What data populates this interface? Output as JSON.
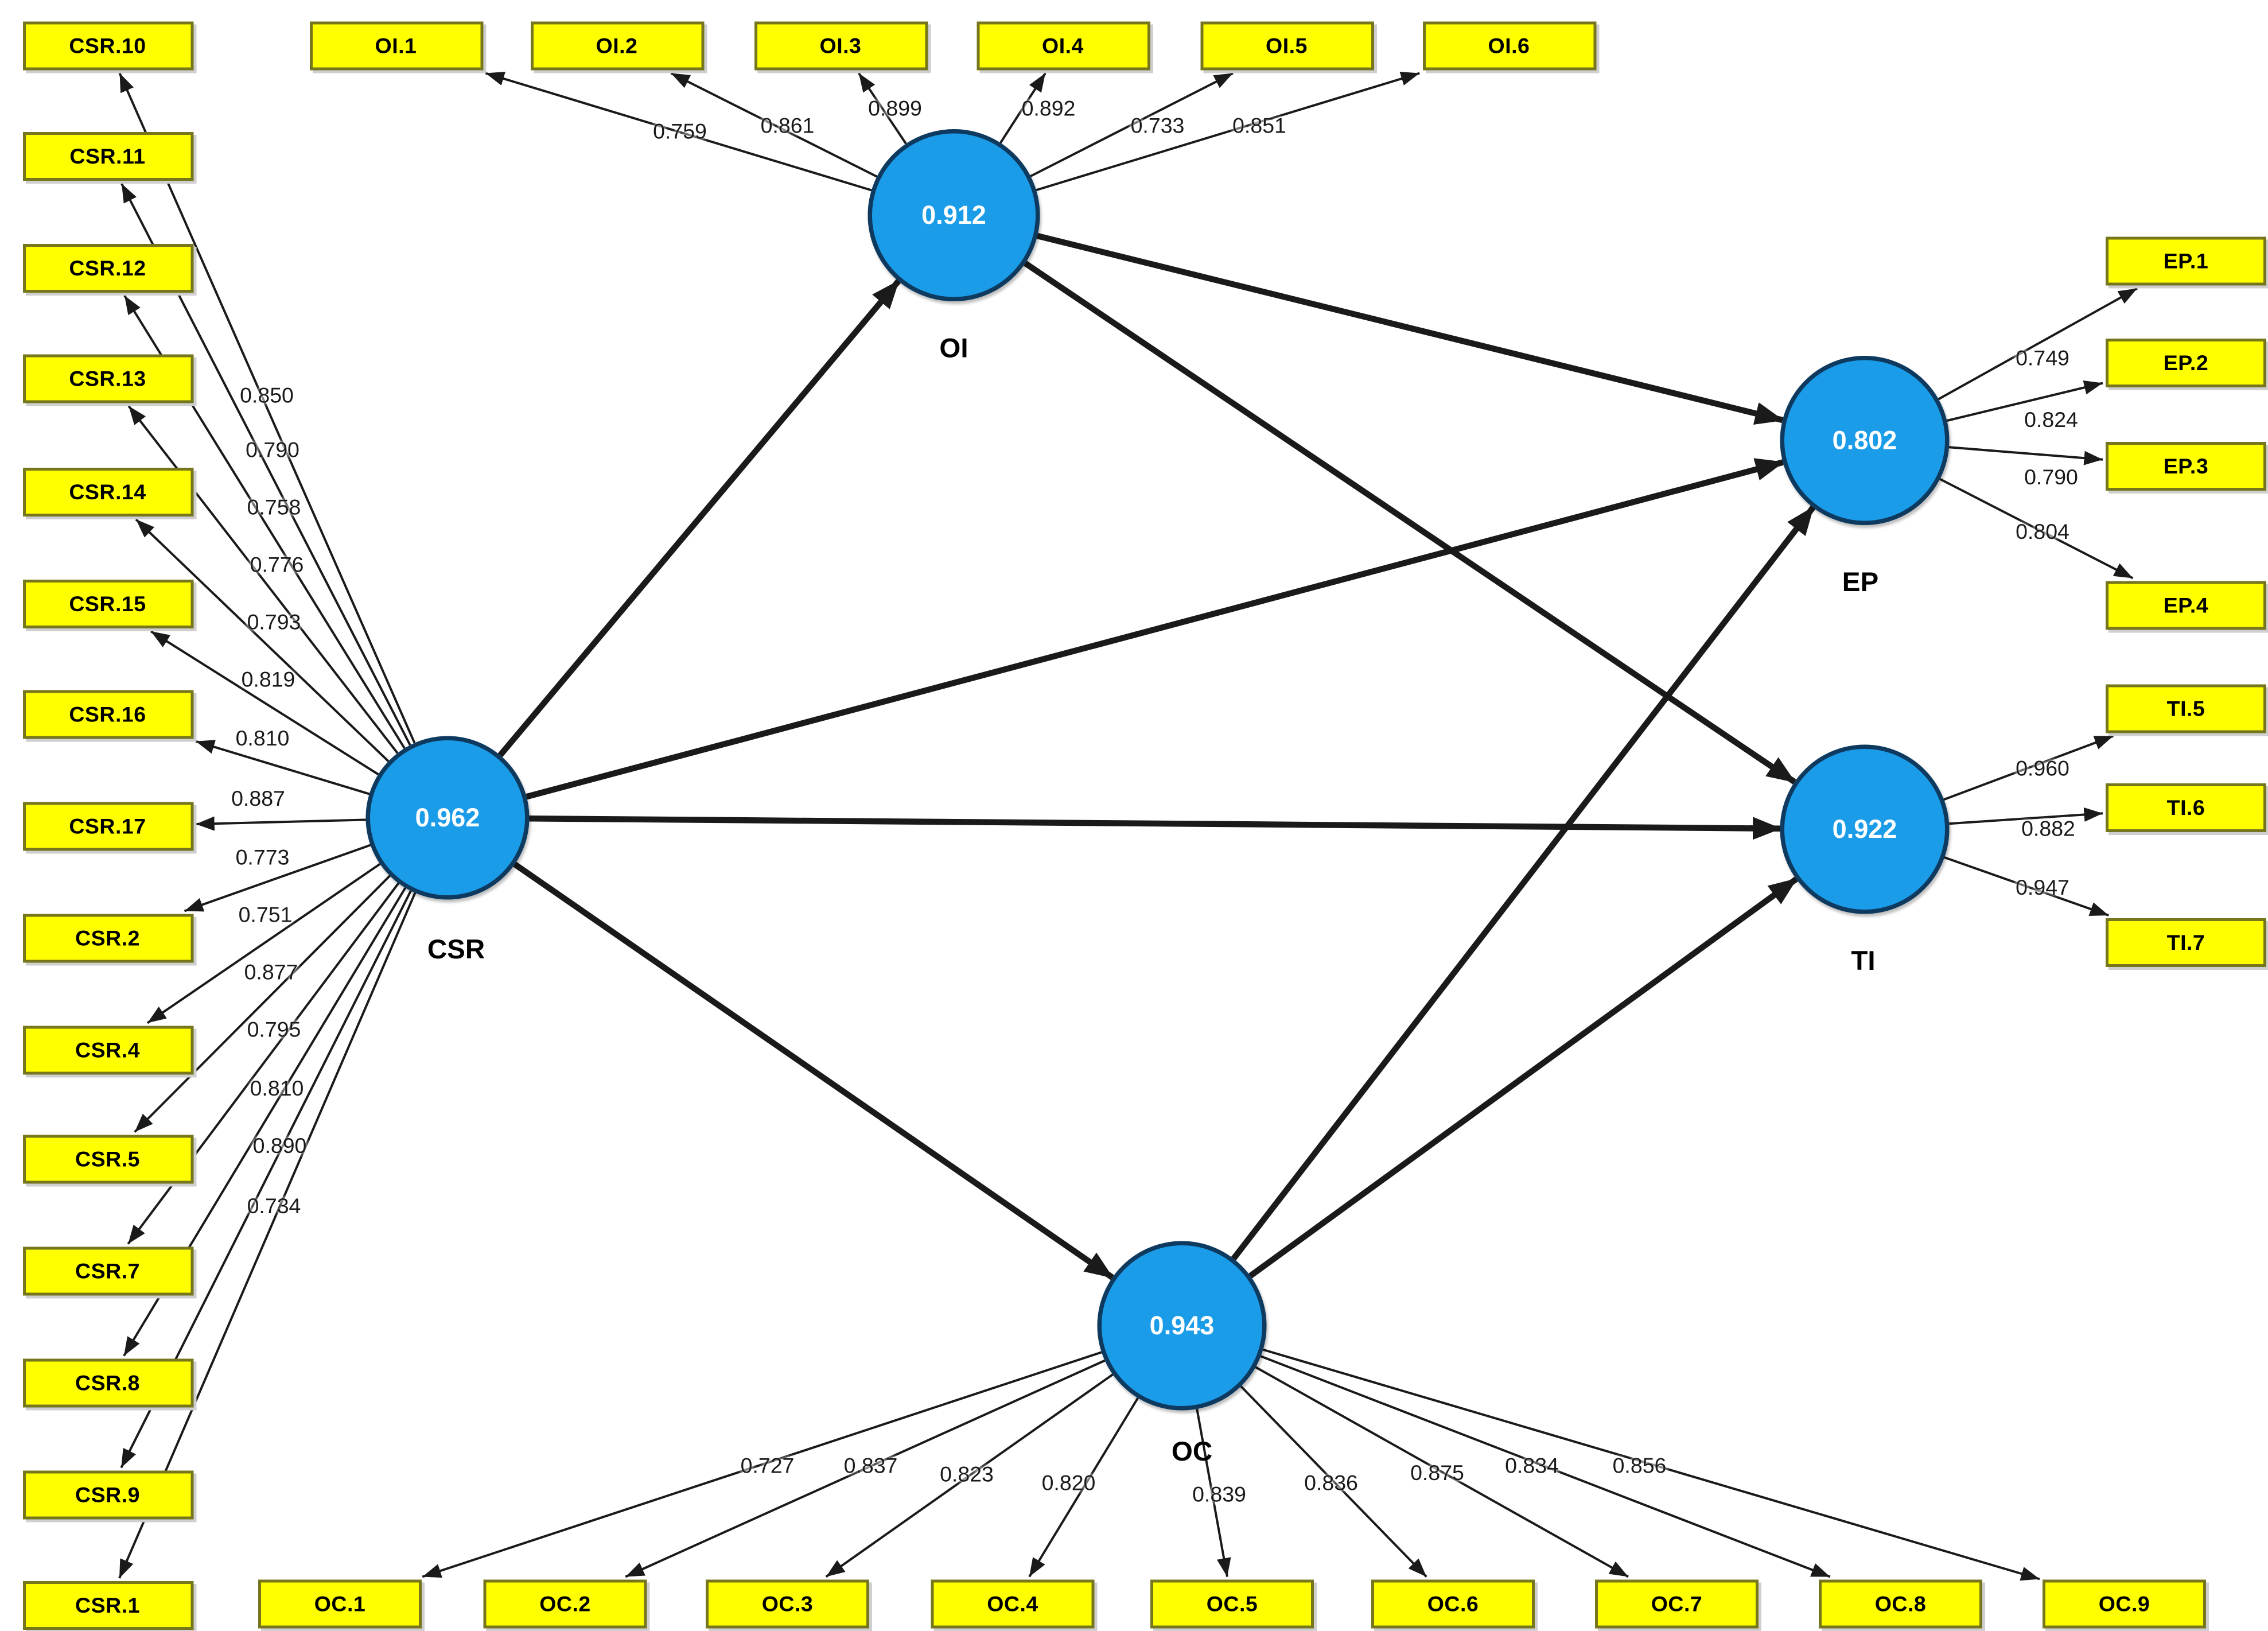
{
  "constructs": {
    "CSR": {
      "label": "CSR",
      "value": "0.962"
    },
    "OI": {
      "label": "OI",
      "value": "0.912"
    },
    "EP": {
      "label": "EP",
      "value": "0.802"
    },
    "TI": {
      "label": "TI",
      "value": "0.922"
    },
    "OC": {
      "label": "OC",
      "value": "0.943"
    }
  },
  "measurement": {
    "CSR": [
      {
        "indicator": "CSR.10",
        "loading": "0.850"
      },
      {
        "indicator": "CSR.11",
        "loading": "0.790"
      },
      {
        "indicator": "CSR.12",
        "loading": "0.758"
      },
      {
        "indicator": "CSR.13",
        "loading": "0.776"
      },
      {
        "indicator": "CSR.14",
        "loading": "0.793"
      },
      {
        "indicator": "CSR.15",
        "loading": "0.819"
      },
      {
        "indicator": "CSR.16",
        "loading": "0.810"
      },
      {
        "indicator": "CSR.17",
        "loading": "0.887"
      },
      {
        "indicator": "CSR.2",
        "loading": "0.773"
      },
      {
        "indicator": "CSR.4",
        "loading": "0.751"
      },
      {
        "indicator": "CSR.5",
        "loading": "0.877"
      },
      {
        "indicator": "CSR.7",
        "loading": "0.795"
      },
      {
        "indicator": "CSR.8",
        "loading": "0.810"
      },
      {
        "indicator": "CSR.9",
        "loading": "0.890"
      },
      {
        "indicator": "CSR.1",
        "loading": "0.734"
      }
    ],
    "OI": [
      {
        "indicator": "OI.1",
        "loading": "0.759"
      },
      {
        "indicator": "OI.2",
        "loading": "0.861"
      },
      {
        "indicator": "OI.3",
        "loading": "0.899"
      },
      {
        "indicator": "OI.4",
        "loading": "0.892"
      },
      {
        "indicator": "OI.5",
        "loading": "0.733"
      },
      {
        "indicator": "OI.6",
        "loading": "0.851"
      }
    ],
    "EP": [
      {
        "indicator": "EP.1",
        "loading": "0.749"
      },
      {
        "indicator": "EP.2",
        "loading": "0.824"
      },
      {
        "indicator": "EP.3",
        "loading": "0.790"
      },
      {
        "indicator": "EP.4",
        "loading": "0.804"
      }
    ],
    "TI": [
      {
        "indicator": "TI.5",
        "loading": "0.960"
      },
      {
        "indicator": "TI.6",
        "loading": "0.882"
      },
      {
        "indicator": "TI.7",
        "loading": "0.947"
      }
    ],
    "OC": [
      {
        "indicator": "OC.1",
        "loading": "0.727"
      },
      {
        "indicator": "OC.2",
        "loading": "0.837"
      },
      {
        "indicator": "OC.3",
        "loading": "0.823"
      },
      {
        "indicator": "OC.4",
        "loading": "0.820"
      },
      {
        "indicator": "OC.5",
        "loading": "0.839"
      },
      {
        "indicator": "OC.6",
        "loading": "0.836"
      },
      {
        "indicator": "OC.7",
        "loading": "0.875"
      },
      {
        "indicator": "OC.8",
        "loading": "0.834"
      },
      {
        "indicator": "OC.9",
        "loading": "0.856"
      }
    ]
  },
  "structural_paths": [
    {
      "from": "CSR",
      "to": "OI"
    },
    {
      "from": "CSR",
      "to": "EP"
    },
    {
      "from": "CSR",
      "to": "TI"
    },
    {
      "from": "CSR",
      "to": "OC"
    },
    {
      "from": "OI",
      "to": "EP"
    },
    {
      "from": "OI",
      "to": "TI"
    },
    {
      "from": "OC",
      "to": "EP"
    },
    {
      "from": "OC",
      "to": "TI"
    }
  ],
  "colors": {
    "background": "#ffffff",
    "construct_fill": "#1b9ce9",
    "construct_border": "#0e3a5f",
    "construct_value_text": "#ffffff",
    "indicator_fill": "#ffff00",
    "indicator_border": "#76761c",
    "edge_color": "#1a1a1a",
    "text_color": "#000000"
  }
}
